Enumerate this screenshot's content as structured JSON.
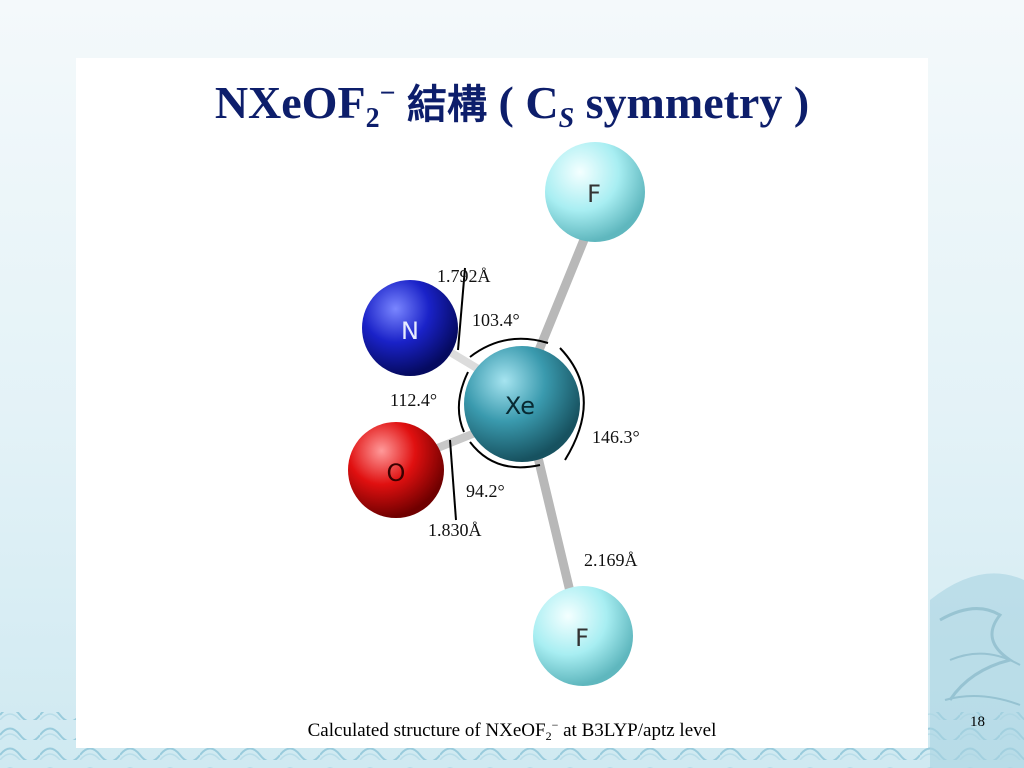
{
  "title": {
    "formula_main": "NXeOF",
    "formula_sub": "2",
    "formula_sup": "−",
    "structure_word": "結構",
    "paren_open": "( C",
    "point_group_sub": "S",
    "symmetry_word": "symmetry )"
  },
  "atoms": {
    "f_top": "F",
    "nitrogen": "N",
    "xenon": "Xe",
    "oxygen": "O",
    "f_bottom": "F"
  },
  "measurements": {
    "xe_n_bond": "1.792Å",
    "angle_n_xe_f": "103.4°",
    "angle_n_xe_o": "112.4°",
    "angle_f_xe_f": "146.3°",
    "angle_o_xe_f": "94.2°",
    "xe_o_bond": "1.830Å",
    "xe_f_bond": "2.169Å"
  },
  "caption": {
    "prefix": "Calculated structure of  NXeOF",
    "sub": "2",
    "sup": "−",
    "suffix": " at B3LYP/aptz level"
  },
  "page_number": "18",
  "colors": {
    "title": "#0d1e6b",
    "nitrogen": "#1a22c8",
    "oxygen": "#e01010",
    "xenon": "#3a9aae",
    "fluorine": "#a8eef2"
  }
}
